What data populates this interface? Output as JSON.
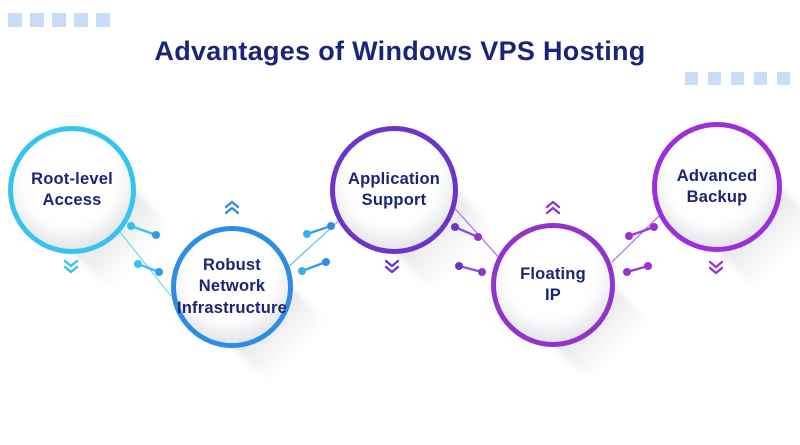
{
  "title": "Advantages of Windows VPS Hosting",
  "items": [
    {
      "label": "Root-level Access",
      "lines": [
        "Root-level",
        "Access"
      ],
      "border_color": "#35c4ee",
      "chevron_direction": "down",
      "chevron_color": "#35c4ee"
    },
    {
      "label": "Robust Network Infrastructure",
      "lines": [
        "Robust",
        "Network",
        "Infrastructure"
      ],
      "border_color": "#2e8de2",
      "chevron_direction": "up",
      "chevron_color": "#2e8de2"
    },
    {
      "label": "Application Support",
      "lines": [
        "Application",
        "Support"
      ],
      "border_color": "#6a35c8",
      "chevron_direction": "down",
      "chevron_color": "#6a35c8"
    },
    {
      "label": "Floating IP",
      "lines": [
        "Floating",
        "IP"
      ],
      "border_color": "#9233cb",
      "chevron_direction": "up",
      "chevron_color": "#9233cb"
    },
    {
      "label": "Advanced Backup",
      "lines": [
        "Advanced",
        "Backup"
      ],
      "border_color": "#9b30d9",
      "chevron_direction": "down",
      "chevron_color": "#9b30d9"
    }
  ],
  "decor": {
    "top_left_square_count": 5,
    "right_square_count": 5,
    "square_color": "#c9ddf8"
  },
  "colors": {
    "title_text": "#1b2577",
    "circle_text": "#1b2577",
    "connector_cyan": "#35c4ee",
    "connector_blue": "#2f8fe4",
    "connector_violet": "#6a35c8",
    "connector_purple": "#9b30d9",
    "circle_fill": "#f7f8fa",
    "shadow_gray": "#687c8c",
    "background": "#ffffff"
  }
}
